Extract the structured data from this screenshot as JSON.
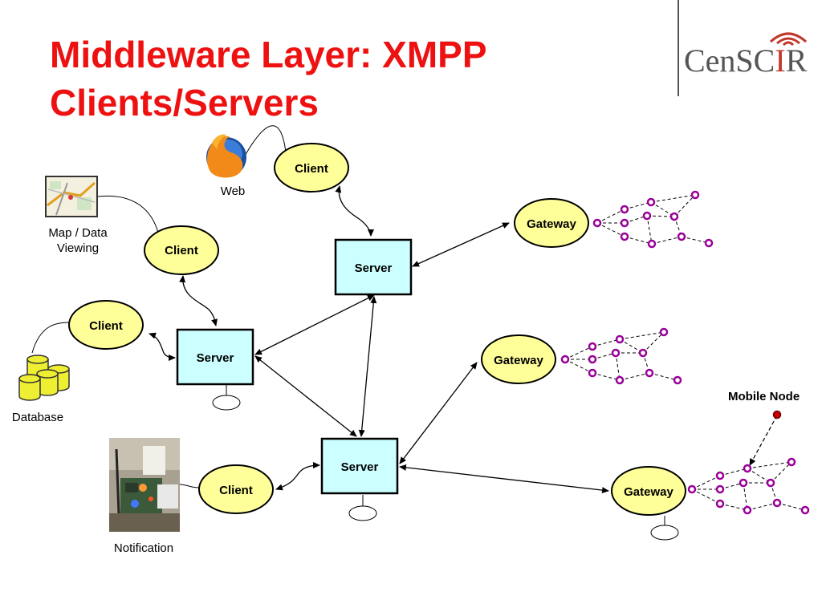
{
  "title": {
    "line1": "Middleware Layer: XMPP",
    "line2": "Clients/Servers"
  },
  "logo": {
    "text_main": "CenSC",
    "text_accent": "I",
    "text_end": "R",
    "accent_color": "#c0392b"
  },
  "colors": {
    "title": "#ee1111",
    "client_fill": "#ffff99",
    "server_fill": "#ccffff",
    "node_fill": "#ffffff",
    "node_stroke": "#cc00cc",
    "mobile_node": "#cc0000"
  },
  "nodes": {
    "client_web": "Client",
    "client_map": "Client",
    "client_db": "Client",
    "client_notify": "Client",
    "server_top": "Server",
    "server_left": "Server",
    "server_bottom": "Server",
    "gateway_1": "Gateway",
    "gateway_2": "Gateway",
    "gateway_3": "Gateway"
  },
  "labels": {
    "web": "Web",
    "map_line1": "Map / Data",
    "map_line2": "Viewing",
    "database": "Database",
    "notification": "Notification",
    "mobile_node": "Mobile Node"
  },
  "icons": {
    "web": "firefox-browser-icon",
    "map": "map-thumbnail-icon",
    "database": "database-cylinders-icon",
    "notification": "hardware-photo-icon"
  }
}
